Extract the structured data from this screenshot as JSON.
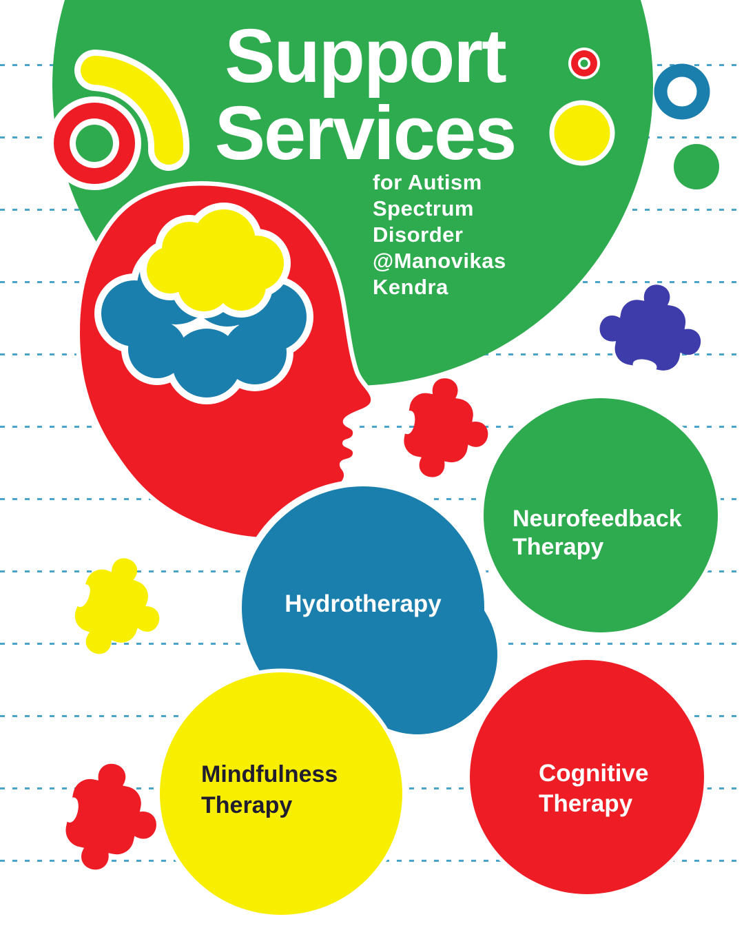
{
  "poster": {
    "title": {
      "line1": "Support",
      "line2": "Services"
    },
    "subtitle_lines": [
      "for Autism",
      "Spectrum",
      "Disorder",
      "@Manovikas",
      "Kendra"
    ],
    "bubbles": [
      {
        "id": "neurofeedback",
        "line1": "Neurofeedback",
        "line2": "Therapy"
      },
      {
        "id": "hydrotherapy",
        "line1": "Hydrotherapy",
        "line2": ""
      },
      {
        "id": "mindfulness",
        "line1": "Mindfulness",
        "line2": "Therapy"
      },
      {
        "id": "cognitive",
        "line1": "Cognitive",
        "line2": "Therapy"
      }
    ],
    "decorations": [
      "big-green-circle",
      "yellow-arc",
      "red-donut",
      "mini-red-target-dot",
      "yellow-dot",
      "blue-ring",
      "green-dot",
      "head-with-brain-illustration",
      "puzzle-piece-indigo",
      "puzzle-piece-red-center",
      "puzzle-piece-yellow-left",
      "puzzle-piece-red-bottom",
      "notebook-dashed-lines"
    ]
  },
  "colors": {
    "green": "#2eab4e",
    "red": "#ee1c24",
    "blue": "#1b7fae",
    "yellow": "#f8ee00",
    "indigo": "#3e3cab",
    "dark_text": "#211d30",
    "line_blue": "#4aa3c9",
    "white": "#ffffff"
  }
}
